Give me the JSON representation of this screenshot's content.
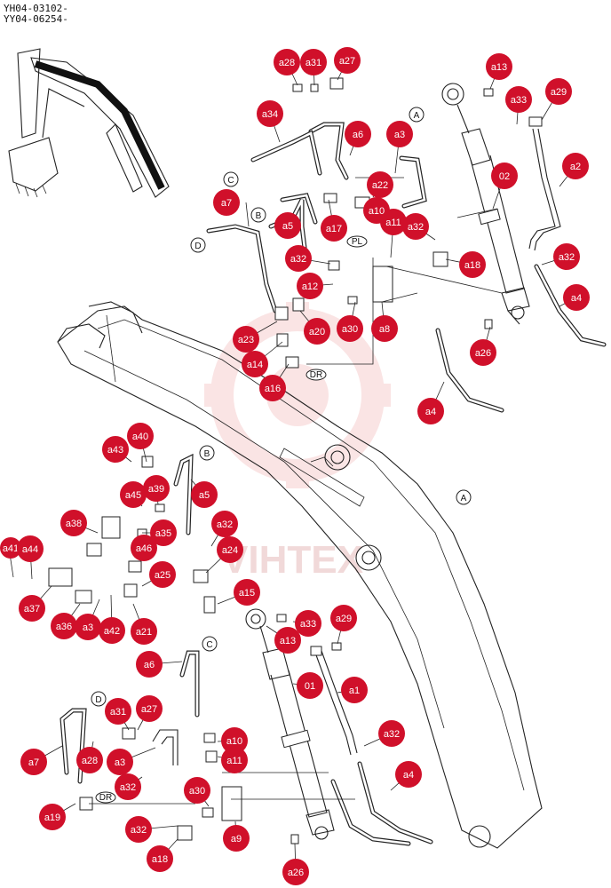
{
  "header": {
    "line1": "YH04-03102-",
    "line2": "YY04-06254-"
  },
  "watermark": {
    "text": "VIHTEX",
    "color": "#e8a0a0"
  },
  "colors": {
    "callout": "#d0102a",
    "line": "#222222"
  },
  "callouts": [
    {
      "id": "a28",
      "label": "a28"
    },
    {
      "id": "a31t",
      "label": "a31"
    },
    {
      "id": "a27t",
      "label": "a27"
    },
    {
      "id": "a13t",
      "label": "a13"
    },
    {
      "id": "a33t",
      "label": "a33"
    },
    {
      "id": "a29t",
      "label": "a29"
    },
    {
      "id": "a34",
      "label": "a34"
    },
    {
      "id": "a6t",
      "label": "a6"
    },
    {
      "id": "a3t",
      "label": "a3"
    },
    {
      "id": "a22",
      "label": "a22"
    },
    {
      "id": "a10t",
      "label": "a10"
    },
    {
      "id": "a11t",
      "label": "a11"
    },
    {
      "id": "a32t1",
      "label": "a32"
    },
    {
      "id": "c02",
      "label": "02"
    },
    {
      "id": "a2",
      "label": "a2"
    },
    {
      "id": "a7t",
      "label": "a7"
    },
    {
      "id": "a5t",
      "label": "a5"
    },
    {
      "id": "a17",
      "label": "a17"
    },
    {
      "id": "a32t2",
      "label": "a32"
    },
    {
      "id": "a18t",
      "label": "a18"
    },
    {
      "id": "a32t3",
      "label": "a32"
    },
    {
      "id": "a12",
      "label": "a12"
    },
    {
      "id": "a4t",
      "label": "a4"
    },
    {
      "id": "a23",
      "label": "a23"
    },
    {
      "id": "a20",
      "label": "a20"
    },
    {
      "id": "a30t",
      "label": "a30"
    },
    {
      "id": "a8",
      "label": "a8"
    },
    {
      "id": "a14",
      "label": "a14"
    },
    {
      "id": "a26t",
      "label": "a26"
    },
    {
      "id": "a16",
      "label": "a16"
    },
    {
      "id": "a4m",
      "label": "a4"
    },
    {
      "id": "a43",
      "label": "a43"
    },
    {
      "id": "a40",
      "label": "a40"
    },
    {
      "id": "a45",
      "label": "a45"
    },
    {
      "id": "a39",
      "label": "a39"
    },
    {
      "id": "a5b",
      "label": "a5"
    },
    {
      "id": "a38",
      "label": "a38"
    },
    {
      "id": "a35",
      "label": "a35"
    },
    {
      "id": "a32b1",
      "label": "a32"
    },
    {
      "id": "a41",
      "label": "a41"
    },
    {
      "id": "a44",
      "label": "a44"
    },
    {
      "id": "a46",
      "label": "a46"
    },
    {
      "id": "a24",
      "label": "a24"
    },
    {
      "id": "a25",
      "label": "a25"
    },
    {
      "id": "a15",
      "label": "a15"
    },
    {
      "id": "a37",
      "label": "a37"
    },
    {
      "id": "a36",
      "label": "a36"
    },
    {
      "id": "a3p",
      "label": "a3"
    },
    {
      "id": "a42",
      "label": "a42"
    },
    {
      "id": "a21",
      "label": "a21"
    },
    {
      "id": "a33b",
      "label": "a33"
    },
    {
      "id": "a29b",
      "label": "a29"
    },
    {
      "id": "a13b",
      "label": "a13"
    },
    {
      "id": "a6b",
      "label": "a6"
    },
    {
      "id": "c01",
      "label": "01"
    },
    {
      "id": "a1",
      "label": "a1"
    },
    {
      "id": "a31b",
      "label": "a31"
    },
    {
      "id": "a27b",
      "label": "a27"
    },
    {
      "id": "a32b2",
      "label": "a32"
    },
    {
      "id": "a10b",
      "label": "a10"
    },
    {
      "id": "a7b",
      "label": "a7"
    },
    {
      "id": "a28b",
      "label": "a28"
    },
    {
      "id": "a3b",
      "label": "a3"
    },
    {
      "id": "a11b",
      "label": "a11"
    },
    {
      "id": "a4b",
      "label": "a4"
    },
    {
      "id": "a32b3",
      "label": "a32"
    },
    {
      "id": "a30b",
      "label": "a30"
    },
    {
      "id": "a19",
      "label": "a19"
    },
    {
      "id": "a32b4",
      "label": "a32"
    },
    {
      "id": "a9",
      "label": "a9"
    },
    {
      "id": "a18b",
      "label": "a18"
    },
    {
      "id": "a26b",
      "label": "a26"
    }
  ],
  "refs": [
    {
      "id": "rA1",
      "label": "A"
    },
    {
      "id": "rC1",
      "label": "C"
    },
    {
      "id": "rB1",
      "label": "B"
    },
    {
      "id": "rD1",
      "label": "D"
    },
    {
      "id": "rA2",
      "label": "A"
    },
    {
      "id": "rB2",
      "label": "B"
    },
    {
      "id": "rC2",
      "label": "C"
    },
    {
      "id": "rD2",
      "label": "D"
    }
  ],
  "tags": [
    {
      "id": "pl",
      "label": "PL"
    },
    {
      "id": "dr1",
      "label": "DR"
    },
    {
      "id": "dr2",
      "label": "DR"
    }
  ]
}
